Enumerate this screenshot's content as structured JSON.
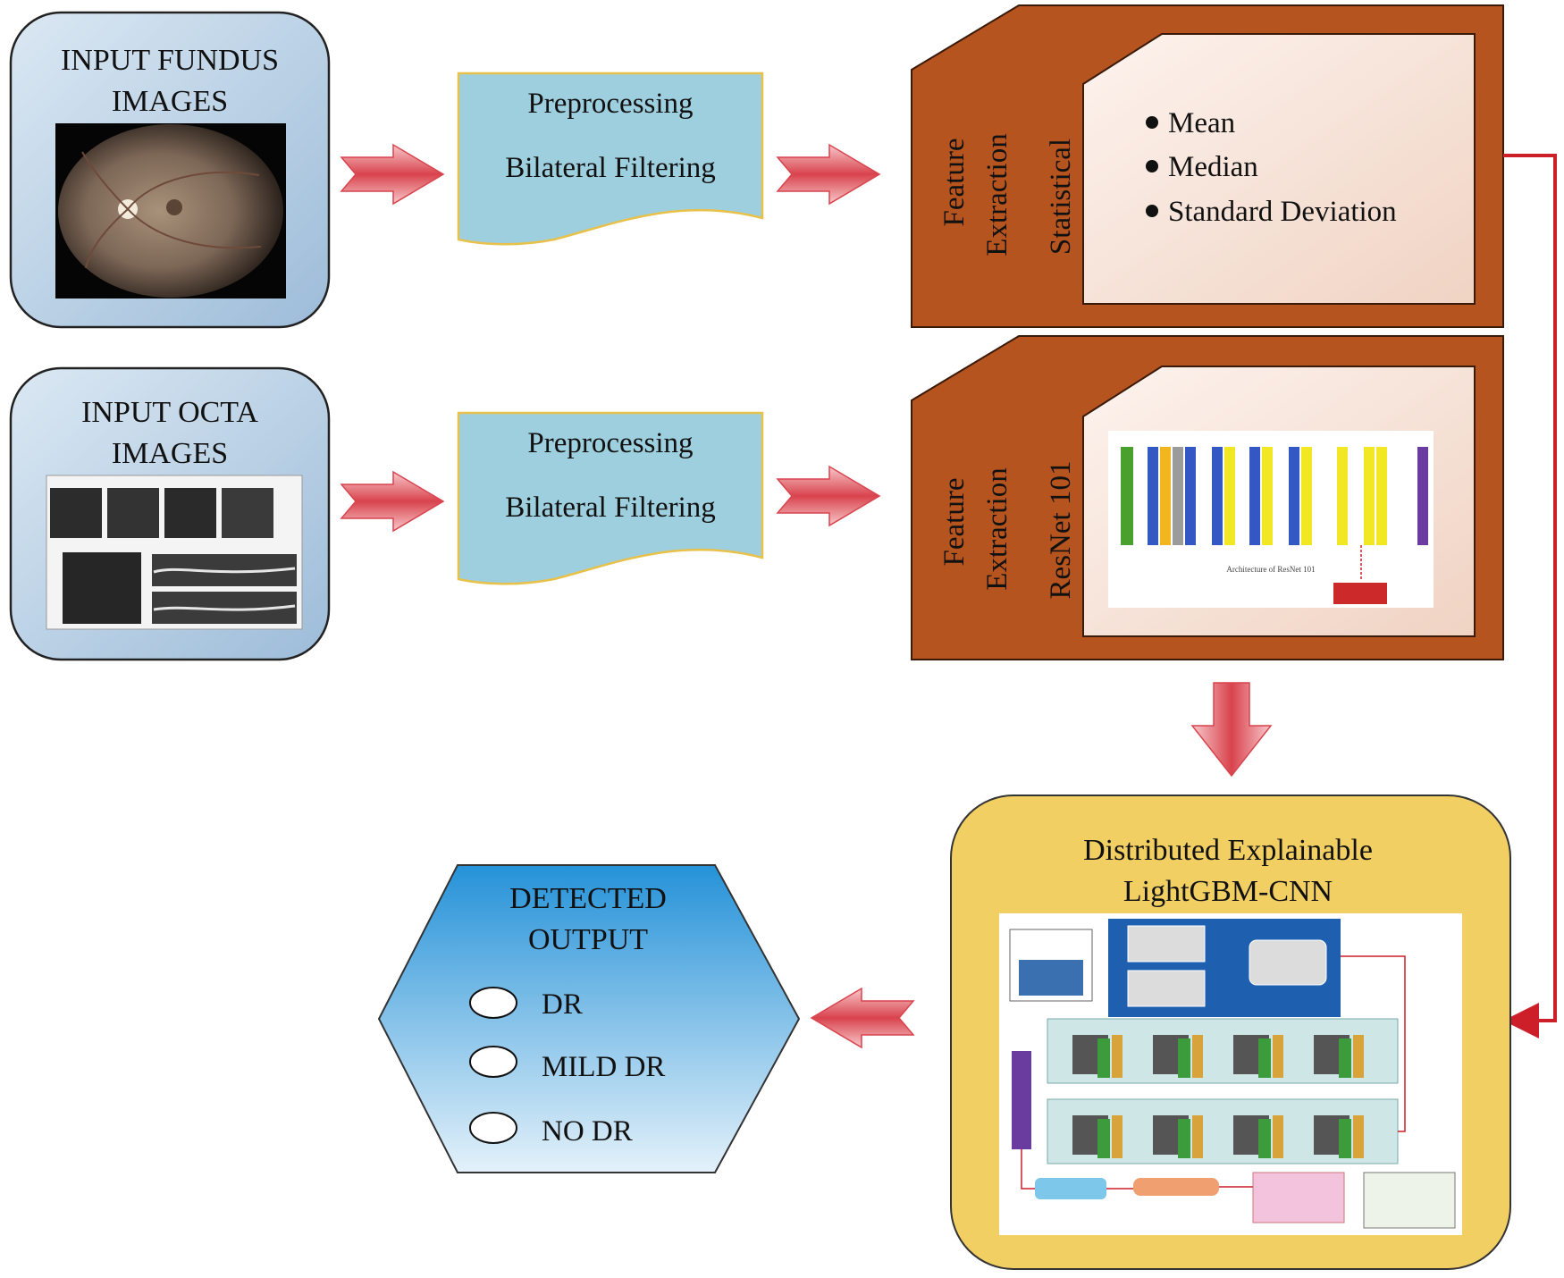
{
  "fundus_box": {
    "title_line1": "INPUT FUNDUS",
    "title_line2": "IMAGES"
  },
  "octa_box": {
    "title_line1": "INPUT OCTA",
    "title_line2": "IMAGES"
  },
  "preprocess_1": {
    "line1": "Preprocessing",
    "line2": "Bilateral Filtering"
  },
  "preprocess_2": {
    "line1": "Preprocessing",
    "line2": "Bilateral Filtering"
  },
  "feature_stat": {
    "side_label_line1": "Feature",
    "side_label_line2": "Extraction",
    "inner_label": "Statistical",
    "bullets": [
      "Mean",
      "Median",
      "Standard Deviation"
    ]
  },
  "feature_resnet": {
    "side_label_line1": "Feature",
    "side_label_line2": "Extraction",
    "inner_label": "ResNet 101",
    "thumbnail_caption": "Architecture of ResNet 101"
  },
  "model_box": {
    "title_line1": "Distributed Explainable",
    "title_line2": "LightGBM-CNN"
  },
  "output_box": {
    "title_line1": "DETECTED",
    "title_line2": "OUTPUT",
    "options": [
      "DR",
      "MILD DR",
      "NO DR"
    ]
  },
  "colors": {
    "input_gradient_top": "#c9dcec",
    "input_gradient_bottom": "#a9c4de",
    "preprocess_fill": "#9ecfdf",
    "preprocess_stroke": "#e8c14a",
    "feature_outer": "#b5541e",
    "feature_inner": "#f8e6dc",
    "model_fill": "#f2cf63",
    "output_top": "#2f96d8",
    "output_bottom": "#cfe6f5",
    "arrow": "#cf3a45",
    "connector": "#cc1f2a"
  }
}
